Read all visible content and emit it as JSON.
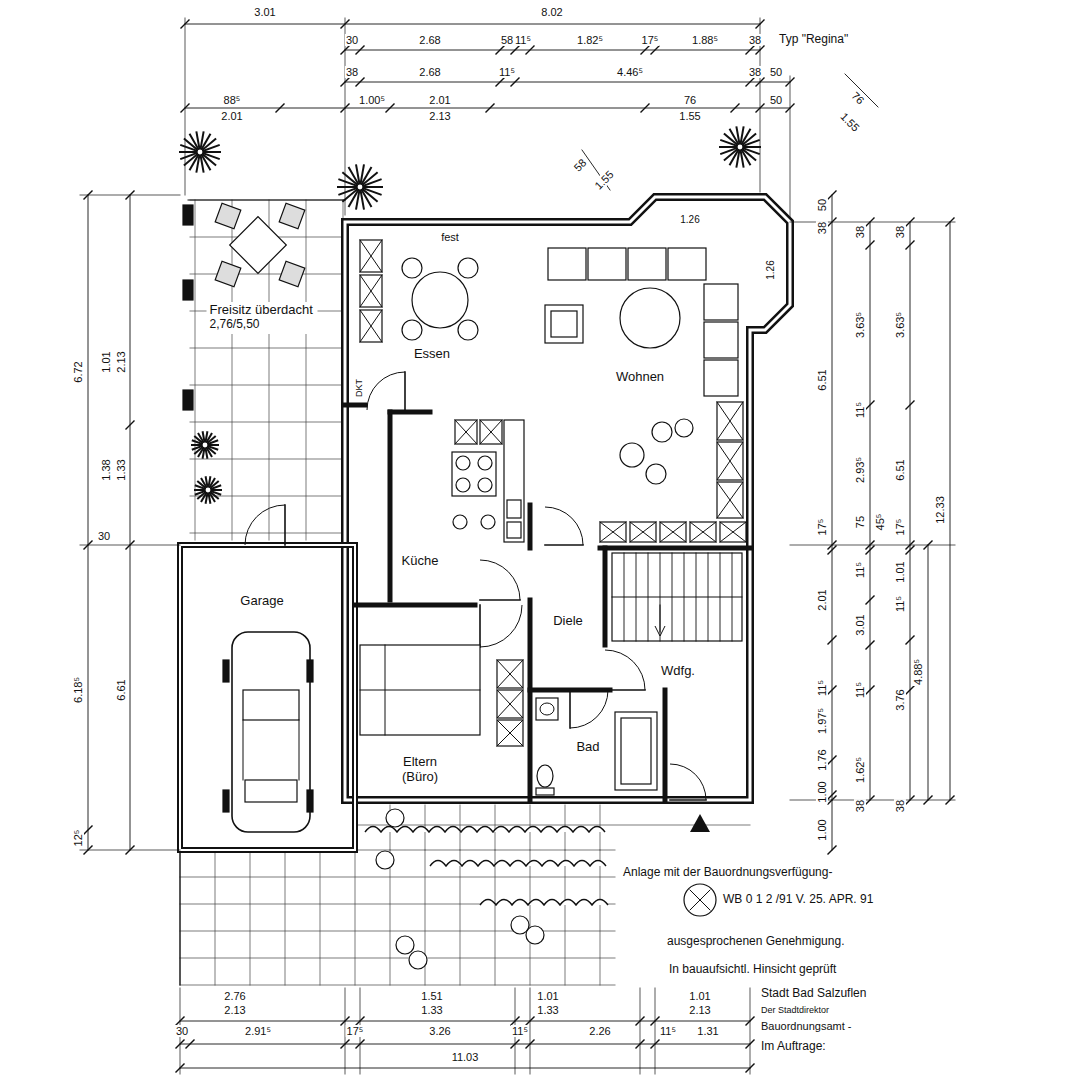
{
  "diagram": {
    "title": "Typ \"Regina\"",
    "nodes": [
      {
        "text": [
          "Freisitz überdacht",
          "2,76/5,50"
        ]
      },
      {
        "text": [
          "Essen"
        ]
      },
      {
        "text": [
          "Wohnen"
        ]
      },
      {
        "text": [
          "Küche"
        ]
      },
      {
        "text": [
          "Garage"
        ]
      },
      {
        "text": [
          "Diele"
        ]
      },
      {
        "text": [
          "Wdfg."
        ]
      },
      {
        "text": [
          "Eltern (Büro)"
        ]
      },
      {
        "text": [
          "Bad"
        ]
      }
    ],
    "labels": [
      "3.01",
      "8.02",
      "30",
      "2.68",
      "58",
      "11⁵",
      "1.82⁵",
      "17⁵",
      "1.88⁵",
      "38",
      "38",
      "2.68",
      "11⁵",
      "4.46⁵",
      "38",
      "50",
      "88⁵",
      "2.01",
      "1.00⁵",
      "2.01",
      "2.13",
      "76",
      "1.55",
      "50",
      "76",
      "1.55",
      "58",
      "1.55",
      "fest",
      "DKT",
      "1.26",
      "1.26",
      "50",
      "38",
      "38",
      "38",
      "6.51",
      "3.63⁵",
      "11⁵",
      "2.93⁵",
      "3.63⁵",
      "6.51",
      "12.33",
      "17⁵",
      "75",
      "45⁵",
      "17⁵",
      "2.01",
      "11⁵",
      "3.01",
      "1.01",
      "11⁵",
      "4.88⁵",
      "11⁵",
      "1.97⁵",
      "11⁵",
      "3.76",
      "1.76",
      "1.00",
      "1.62⁵",
      "38",
      "38",
      "1.00",
      "6.72",
      "1.01",
      "2.13",
      "1.38",
      "1.33",
      "30",
      "6.18⁵",
      "6.61",
      "12⁵",
      "2.76",
      "2.13",
      "30",
      "2.91⁵",
      "17⁵",
      "1.51",
      "1.33",
      "3.26",
      "1.01",
      "1.33",
      "11⁵",
      "2.26",
      "11⁵",
      "1.01",
      "2.13",
      "1.31",
      "11.03",
      "Anlage mit der Bauordnungsverfügung-",
      "WB 0 1 2 /91 V. 25. APR. 91",
      "ausgesprochenen Genehmigung.",
      "In bauaufsichtl. Hinsicht geprüft",
      "Stadt Bad Salzuflen",
      "Der Stadtdirektor",
      "Bauordnungsamt -",
      "Im Auftrage:"
    ]
  }
}
